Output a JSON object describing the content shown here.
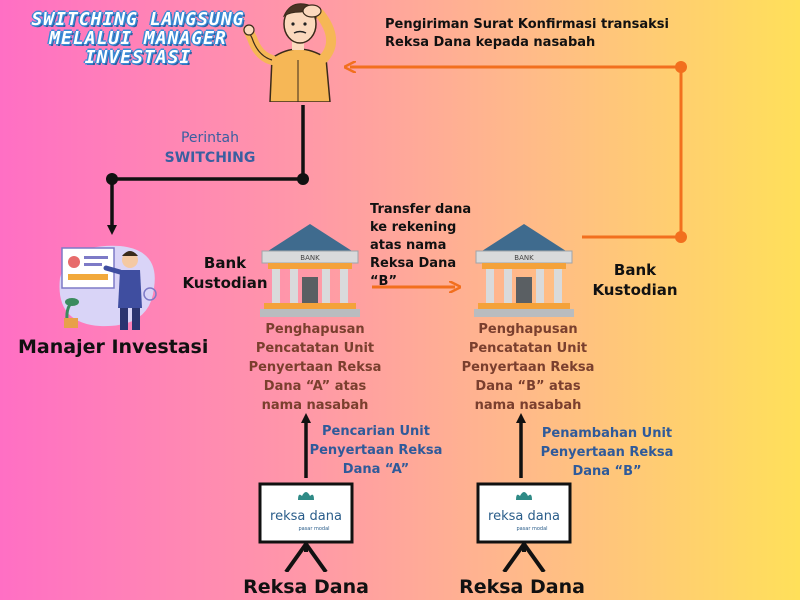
{
  "title": {
    "line1": "SWITCHING LANGSUNG",
    "line2": "MELALUI MANAGER",
    "line3": "INVESTASI"
  },
  "confirmation": {
    "line1": "Pengiriman Surat Konfirmasi transaksi",
    "line2": "Reksa Dana kepada nasabah"
  },
  "order": {
    "line1": "Perintah",
    "line2": "SWITCHING"
  },
  "transfer": {
    "line1": "Transfer dana",
    "line2": "ke rekening",
    "line3": "atas nama",
    "line4": "Reksa Dana “B”"
  },
  "manager_label": "Manajer Investasi",
  "bank_left": {
    "label_line1": "Bank",
    "label_line2": "Kustodian",
    "sign": "BANK",
    "desc_line1": "Penghapusan",
    "desc_line2": "Pencatatan Unit",
    "desc_line3": "Penyertaan Reksa",
    "desc_line4": "Dana “A” atas",
    "desc_line5": "nama nasabah"
  },
  "bank_right": {
    "label_line1": "Bank",
    "label_line2": "Kustodian",
    "sign": "BANK",
    "desc_line1": "Penghapusan",
    "desc_line2": "Pencatatan Unit",
    "desc_line3": "Penyertaan Reksa",
    "desc_line4": "Dana “B” atas",
    "desc_line5": "nama nasabah"
  },
  "fund_left": {
    "action_line1": "Pencarian Unit",
    "action_line2": "Penyertaan Reksa",
    "action_line3": "Dana “A”",
    "board_logo": "reksa dana",
    "board_tagline": "pasar modal",
    "label": "Reksa Dana"
  },
  "fund_right": {
    "action_line1": "Penambahan Unit",
    "action_line2": "Penyertaan Reksa",
    "action_line3": "Dana “B”",
    "board_logo": "reksa dana",
    "board_tagline": "pasar modal",
    "label": "Reksa Dana"
  },
  "colors": {
    "arrow_orange": "#f26f1e",
    "arrow_black": "#111111",
    "brown_text": "#7a3f2e",
    "blue_text": "#2f5a9a",
    "bank_roof": "#3f6b8e"
  }
}
